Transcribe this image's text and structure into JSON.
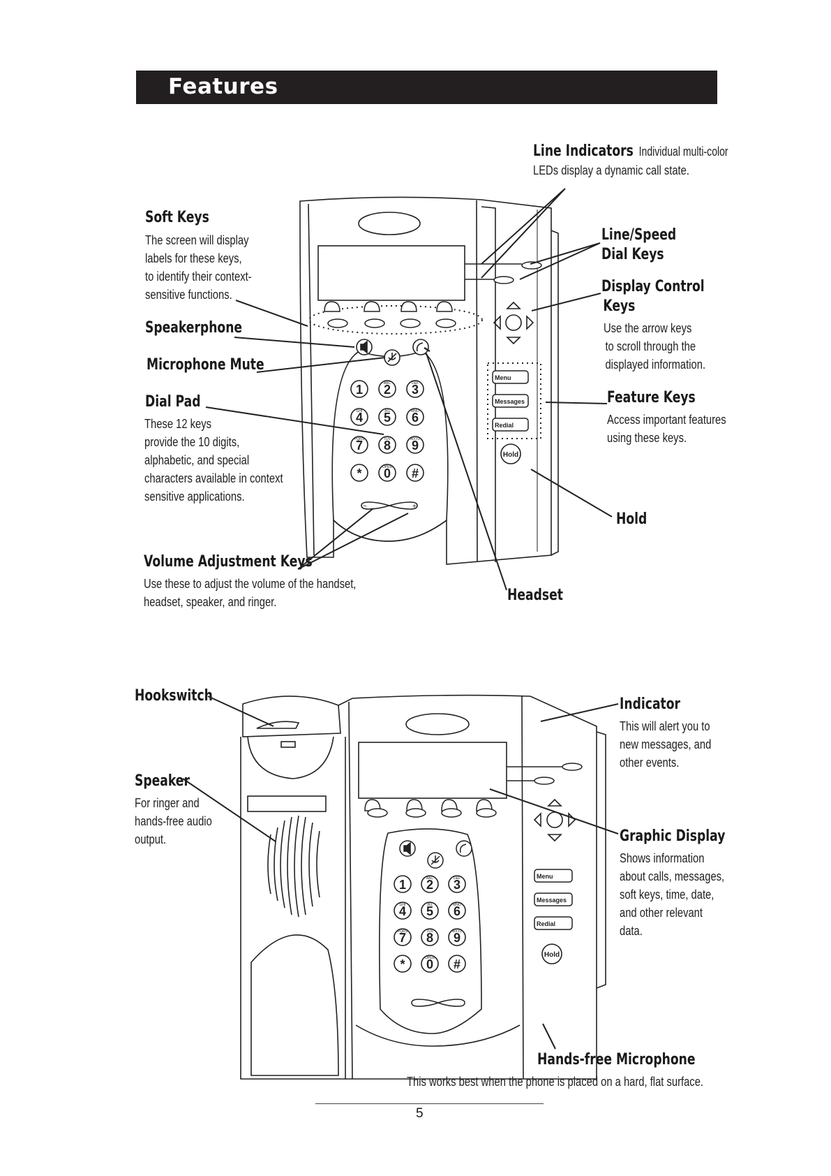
{
  "header": {
    "title": "Features"
  },
  "top_diagram": {
    "line_indicators": {
      "label": "Line Indicators",
      "desc_lines": [
        "Individual multi-color",
        "LEDs display a dynamic call state."
      ]
    },
    "soft_keys": {
      "label": "Soft Keys",
      "desc_lines": [
        "The screen will display",
        "labels for these keys,",
        "to identify their context-",
        "sensitive functions."
      ]
    },
    "line_speed": {
      "label_lines": [
        "Line/Speed",
        "Dial Keys"
      ]
    },
    "display_control": {
      "label_lines": [
        "Display Control",
        "Keys"
      ],
      "desc_lines": [
        "Use the arrow keys",
        "to scroll through the",
        "displayed information."
      ]
    },
    "speakerphone": {
      "label": "Speakerphone"
    },
    "microphone_mute": {
      "label": "Microphone Mute"
    },
    "dial_pad": {
      "label": "Dial Pad",
      "desc_lines": [
        "These 12 keys",
        "provide the 10 digits,",
        "alphabetic, and special",
        "characters available in context",
        "sensitive applications."
      ]
    },
    "feature_keys": {
      "label": "Feature Keys",
      "desc_lines": [
        "Access important features",
        "using these keys."
      ]
    },
    "hold": {
      "label": "Hold"
    },
    "volume": {
      "label": "Volume Adjustment Keys",
      "desc_lines": [
        "Use these to adjust the volume of the handset,",
        "headset, speaker, and ringer."
      ]
    },
    "headset": {
      "label": "Headset"
    }
  },
  "bottom_diagram": {
    "hookswitch": {
      "label": "Hookswitch"
    },
    "indicator": {
      "label": "Indicator",
      "desc_lines": [
        "This will alert you to",
        "new messages, and",
        "other events."
      ]
    },
    "speaker": {
      "label": "Speaker",
      "desc_lines": [
        "For ringer and",
        "hands-free audio",
        "output."
      ]
    },
    "graphic_display": {
      "label": "Graphic Display",
      "desc_lines": [
        "Shows information",
        "about calls, messages,",
        "soft keys, time, date,",
        "and other relevant",
        "data."
      ]
    },
    "handsfree_mic": {
      "label": "Hands-free Microphone",
      "desc": "This works best when the phone is placed on a hard, flat surface."
    }
  },
  "phone_keys": {
    "feature_buttons": [
      "Menu",
      "Messages",
      "Redial"
    ],
    "hold_button": "Hold",
    "keypad": [
      {
        "digit": "1",
        "letters": ""
      },
      {
        "digit": "2",
        "letters": "ABC"
      },
      {
        "digit": "3",
        "letters": "DEF"
      },
      {
        "digit": "4",
        "letters": "GHI"
      },
      {
        "digit": "5",
        "letters": "JKL"
      },
      {
        "digit": "6",
        "letters": "MNO"
      },
      {
        "digit": "7",
        "letters": "PQRS"
      },
      {
        "digit": "8",
        "letters": "TUV"
      },
      {
        "digit": "9",
        "letters": "WXYZ"
      },
      {
        "digit": "*",
        "letters": ""
      },
      {
        "digit": "0",
        "letters": "OPER"
      },
      {
        "digit": "#",
        "letters": ""
      }
    ]
  },
  "footer": {
    "page_number": "5"
  }
}
